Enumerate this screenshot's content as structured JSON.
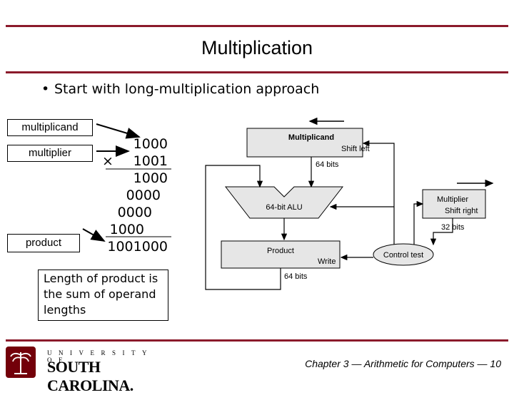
{
  "slide": {
    "title": "Multiplication",
    "bullet_marker": "•",
    "bullet_text": "Start with long-multiplication approach"
  },
  "labels": {
    "multiplicand": "multiplicand",
    "multiplier": "multiplier",
    "product": "product"
  },
  "long_mult": {
    "multiplicand": "1000",
    "times_sign": "×",
    "multiplier": "1001",
    "partials": [
      "1000",
      "0000",
      "0000",
      "1000"
    ],
    "product": "1001000"
  },
  "note": "Length of product is the sum of operand lengths",
  "diagram": {
    "multiplicand_reg": "Multiplicand",
    "shift_left": "Shift left",
    "bits_64_a": "64 bits",
    "alu": "64-bit ALU",
    "multiplier_reg": "Multiplier",
    "shift_right": "Shift right",
    "bits_32": "32 bits",
    "product_reg": "Product",
    "write": "Write",
    "control_test": "Control test",
    "bits_64_b": "64 bits"
  },
  "footer": {
    "university_top": "UNIVERSITY OF",
    "university_name": "SOUTH CAROLINA.",
    "chapter_text": "Chapter 3 — Arithmetic for Computers — 10"
  },
  "colors": {
    "rule": "#8b1a2b",
    "diagram_fill": "#e6e6e6",
    "logo": "#73000a"
  }
}
